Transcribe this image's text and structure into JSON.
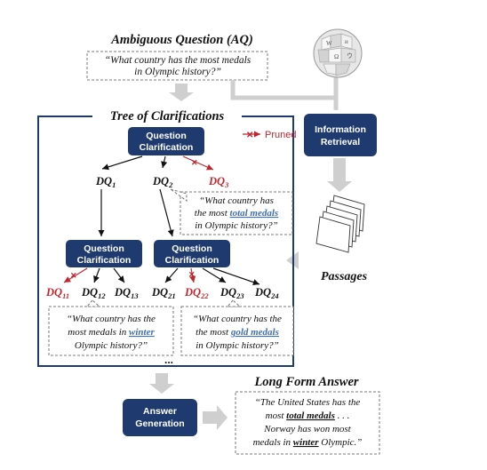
{
  "aq": {
    "title_main": "Ambiguous Question (",
    "title_abbr": "AQ",
    "title_close": ")",
    "text_line1": "“What country has the most medals",
    "text_line2": "in Olympic history?”"
  },
  "tree": {
    "title": "Tree of Clarifications",
    "pruned_label": "Pruned",
    "ellipsis": "..."
  },
  "boxes": {
    "qc_line1": "Question",
    "qc_line2": "Clarification",
    "ir_line1": "Information",
    "ir_line2": "Retrieval",
    "ag_line1": "Answer",
    "ag_line2": "Generation"
  },
  "nodes": {
    "dq1": "1",
    "dq2": "2",
    "dq3": "3",
    "dq11": "11",
    "dq12": "12",
    "dq13": "13",
    "dq21": "21",
    "dq22": "22",
    "dq23": "23",
    "dq24": "24",
    "prefix": "DQ"
  },
  "callouts": {
    "dq2": {
      "line1": "“What  country has",
      "line2_pre": "the most ",
      "line2_hl": "total medals",
      "line3": "in Olympic history?”"
    },
    "dq12": {
      "line1": "“What country has the",
      "line2_pre": "most medals in ",
      "line2_hl": "winter",
      "line3": "Olympic history?”"
    },
    "dq23": {
      "line1": "“What country has the",
      "line2_pre": "the most ",
      "line2_hl": "gold medals",
      "line3": "in Olympic history?”"
    }
  },
  "passages_label": "Passages",
  "lfa": {
    "title": "Long Form Answer",
    "line1": "“The United States has the",
    "line2_pre": "most ",
    "line2_hl": "total medals",
    "line2_post": " . . .",
    "line3": "Norway has won most",
    "line4_pre": "medals  in ",
    "line4_hl": "winter",
    "line4_post": " Olympic.”"
  },
  "colors": {
    "navy": "#1f3a6e",
    "red": "#c0262e",
    "blue_hl": "#3f6fb5",
    "gray_arrow": "#cfcfcf"
  }
}
